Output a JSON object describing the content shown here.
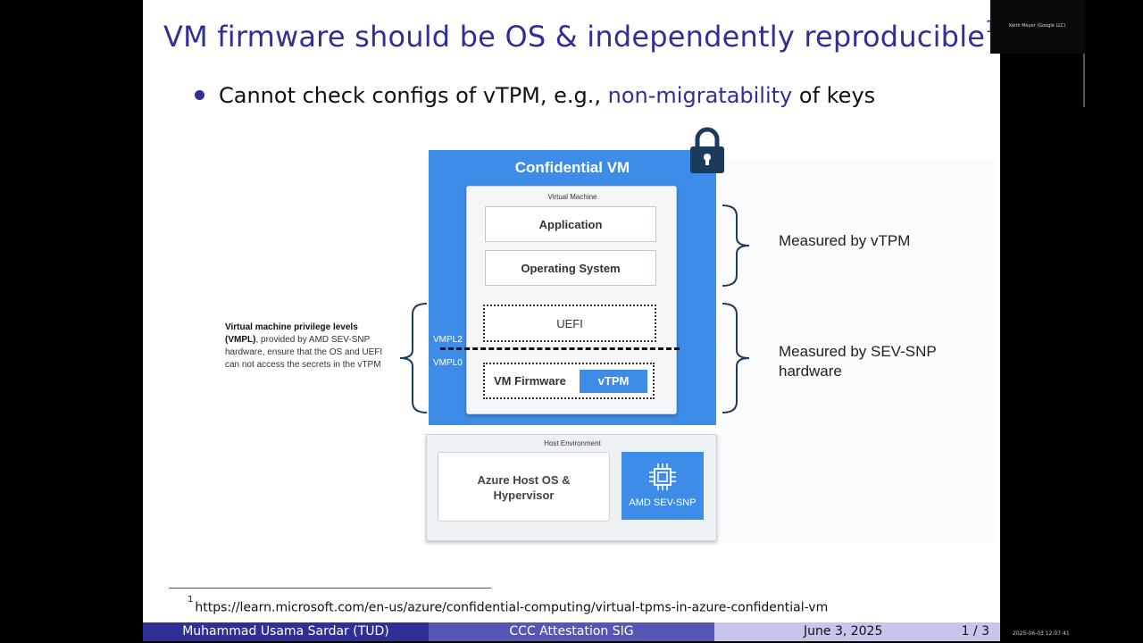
{
  "slide": {
    "title": "VM firmware should be OS & independently reproducible",
    "title_footnote_mark": "1",
    "bullet": {
      "before": "Cannot check configs of vTPM, e.g., ",
      "highlight": "non-migratability",
      "after": " of keys"
    }
  },
  "diagram": {
    "confidential_vm_title": "Confidential VM",
    "virtual_machine_label": "Virtual Machine",
    "application": "Application",
    "operating_system": "Operating System",
    "uefi": "UEFI",
    "vm_firmware": "VM Firmware",
    "vtpm": "vTPM",
    "vmpl2": "VMPL2",
    "vmpl0": "VMPL0",
    "host_environment_label": "Host Environment",
    "host_os_line1": "Azure Host OS &",
    "host_os_line2": "Hypervisor",
    "amd_sev_snp": "AMD SEV-SNP",
    "measured_by_vtpm": "Measured by vTPM",
    "measured_by_sevsnp": "Measured by SEV-SNP hardware",
    "vmpl_desc_bold": "Virtual machine privilege levels (VMPL)",
    "vmpl_desc_rest": ", provided by AMD SEV-SNP hardware, ensure that the OS and UEFI can not access the secrets in the vTPM",
    "colors": {
      "azure_blue": "#3d8ce8"
    },
    "icons": [
      "lock-icon",
      "chip-icon"
    ]
  },
  "footnote": {
    "mark": "1",
    "url": "https://learn.microsoft.com/en-us/azure/confidential-computing/virtual-tpms-in-azure-confidential-vm"
  },
  "footer": {
    "author": "Muhammad Usama Sardar  (TUD)",
    "event": "CCC Attestation SIG",
    "date": "June 3, 2025",
    "page": "1 / 3",
    "colors": {
      "left": "#2f2f96",
      "middle": "#5656b4",
      "right": "#c6c6ec"
    }
  },
  "overlay": {
    "camera_name": "Keith Moyer (Google LLC)",
    "timestamp": "2025-06-03 12:07:41"
  }
}
